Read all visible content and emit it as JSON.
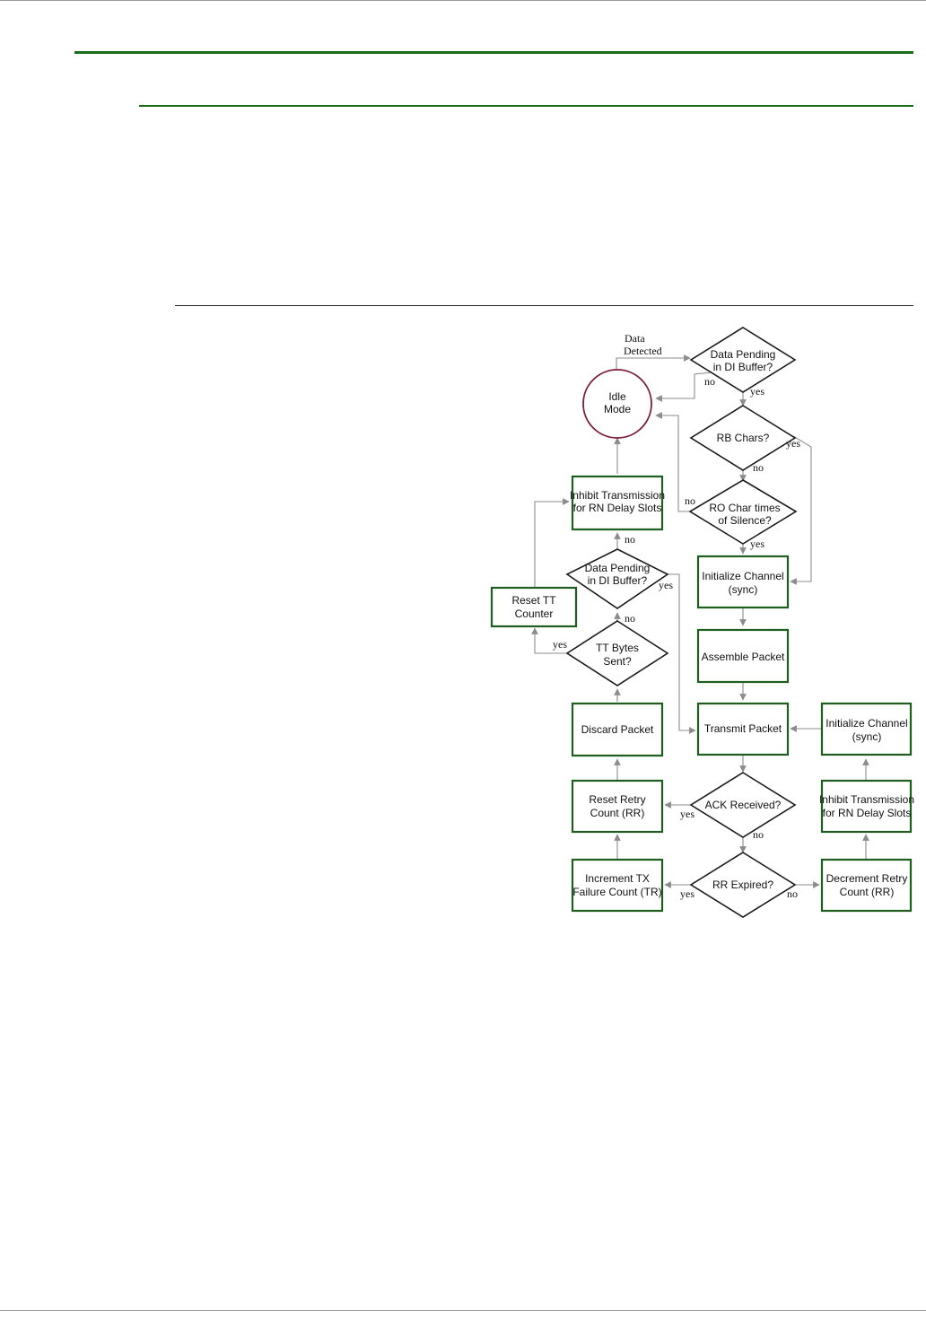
{
  "diagram": {
    "nodes": {
      "idle_mode": [
        "Idle",
        "Mode"
      ],
      "data_pending_top": [
        "Data Pending",
        "in DI Buffer?"
      ],
      "rb_chars": [
        "RB Chars?"
      ],
      "ro_char_times": [
        "RO Char times",
        "of Silence?"
      ],
      "init_channel_main": [
        "Initialize Channel",
        "(sync)"
      ],
      "assemble_packet": [
        "Assemble Packet"
      ],
      "transmit_packet": [
        "Transmit Packet"
      ],
      "ack_received": [
        "ACK Received?"
      ],
      "rr_expired": [
        "RR Expired?"
      ],
      "decrement_retry": [
        "Decrement Retry",
        "Count (RR)"
      ],
      "inhibit_right": [
        "Inhibit Transmission",
        "for RN Delay Slots"
      ],
      "init_channel_right": [
        "Initialize Channel",
        "(sync)"
      ],
      "increment_tx": [
        "Increment TX",
        "Failure Count (TR)"
      ],
      "reset_retry": [
        "Reset Retry",
        "Count (RR)"
      ],
      "discard_packet": [
        "Discard Packet"
      ],
      "tt_bytes_sent": [
        "TT Bytes",
        "Sent?"
      ],
      "reset_tt": [
        "Reset TT",
        "Counter"
      ],
      "data_pending_left": [
        "Data Pending",
        "in DI Buffer?"
      ],
      "inhibit_left": [
        "Inhibit Transmission",
        "for RN Delay Slots"
      ]
    },
    "edge_labels": {
      "data_detected": [
        "Data",
        "Detected"
      ],
      "dp_top_no": "no",
      "dp_top_yes": "yes",
      "rb_yes": "yes",
      "rb_no": "no",
      "ro_no": "no",
      "ro_yes": "yes",
      "ack_yes": "yes",
      "ack_no": "no",
      "rr_yes": "yes",
      "rr_no": "no",
      "tt_yes": "yes",
      "tt_no": "no",
      "dp_left_yes": "yes",
      "dp_left_no": "no"
    }
  }
}
